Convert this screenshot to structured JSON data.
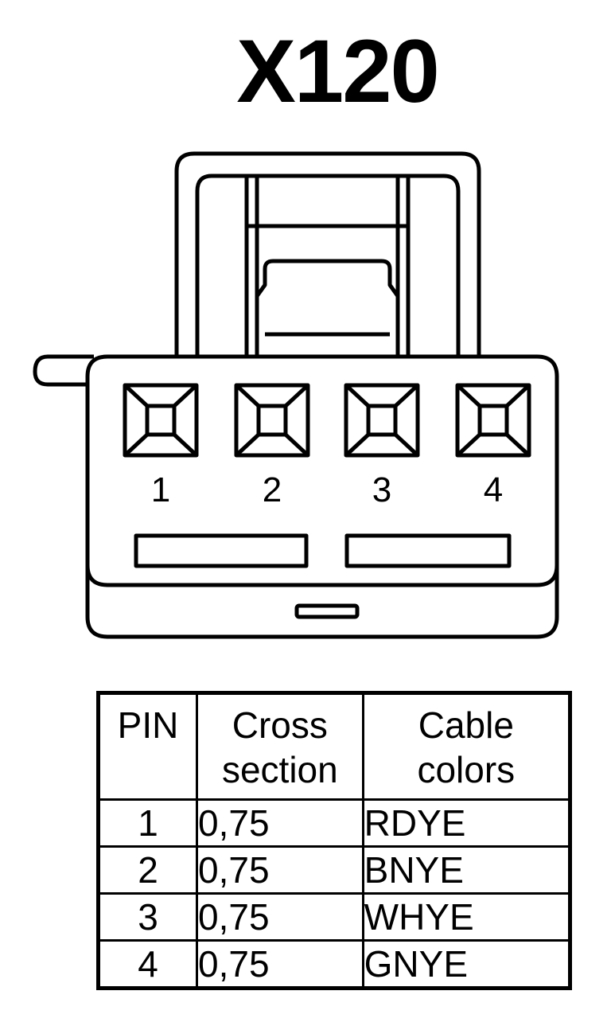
{
  "title": "X120",
  "pin_labels": [
    "1",
    "2",
    "3",
    "4"
  ],
  "table": {
    "headers": [
      {
        "lines": [
          "PIN"
        ]
      },
      {
        "lines": [
          "Cross",
          "section"
        ]
      },
      {
        "lines": [
          "Cable",
          "colors"
        ]
      }
    ],
    "rows": [
      {
        "pin": "1",
        "cross_section": "0,75",
        "color": "RDYE"
      },
      {
        "pin": "2",
        "cross_section": "0,75",
        "color": "BNYE"
      },
      {
        "pin": "3",
        "cross_section": "0,75",
        "color": "WHYE"
      },
      {
        "pin": "4",
        "cross_section": "0,75",
        "color": "GNYE"
      }
    ]
  }
}
